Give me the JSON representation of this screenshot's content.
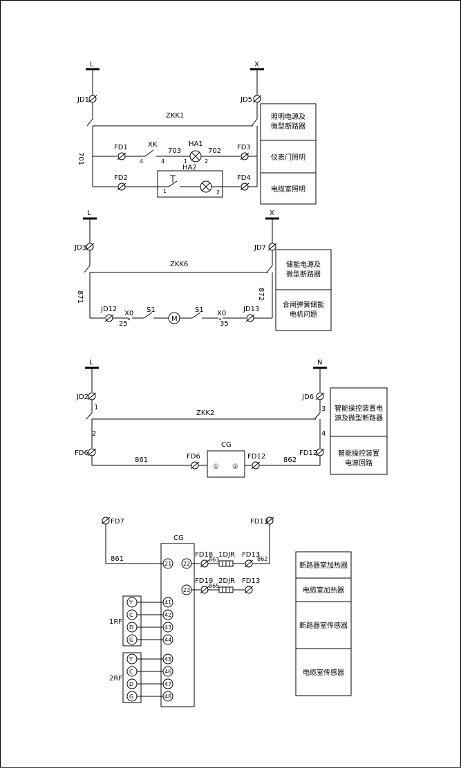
{
  "s1": {
    "L": "L",
    "X": "X",
    "JD1": "JD1",
    "JD5": "JD5",
    "ZKK1": "ZKK1",
    "w701": "701",
    "FD1": "FD1",
    "XK": "XK",
    "n4a": "4",
    "n4b": "4",
    "w703": "703",
    "HA1": "HA1",
    "w702": "702",
    "n1": "1",
    "n2": "2",
    "FD3": "FD3",
    "HA2": "HA2",
    "FD2": "FD2",
    "FD4": "FD4",
    "h2n1": "1",
    "h2n2": "2",
    "box": [
      "照明电源及",
      "微型断路器",
      "仪表门照明",
      "电缆室照明"
    ]
  },
  "s2": {
    "L": "L",
    "X": "X",
    "JD3": "JD3",
    "JD7": "JD7",
    "ZKK6": "ZKK6",
    "w871": "871",
    "w872": "872",
    "JD12": "JD12",
    "X0a": "X0",
    "n25": "25",
    "S1a": "S1",
    "M": "M",
    "S1b": "S1",
    "X0b": "X0",
    "n35": "35",
    "JD13": "JD13",
    "box": [
      "储能电源及",
      "微型断路器",
      "合闸弹簧储能",
      "电机问题"
    ]
  },
  "s3": {
    "L": "L",
    "N": "N",
    "JD2": "JD2",
    "JD6": "JD6",
    "n1": "1",
    "n3": "3",
    "ZKK2": "ZKK2",
    "n2": "2",
    "n4": "4",
    "FD6L": "FD6",
    "FD12R": "FD12",
    "CG": "CG",
    "w861": "861",
    "FD6": "FD6",
    "c1": "①",
    "c2": "②",
    "FD12": "FD12",
    "w862": "862",
    "box": [
      "智能操控装置电",
      "源及微型断路器",
      "智能操控装置",
      "电源回路"
    ]
  },
  "s4": {
    "FD7": "FD7",
    "FD13top": "FD13",
    "CG": "CG",
    "w861": "861",
    "FD18": "FD18",
    "n863": "863",
    "DJR1": "1DJR",
    "FD13a": "FD13",
    "n862": "862",
    "FD19": "FD19",
    "n865": "865",
    "DJR2": "2DJR",
    "FD13b": "FD13",
    "t21": "21",
    "t22": "22",
    "t23": "23",
    "rf1": "1RF",
    "rf2": "2RF",
    "t41": "41",
    "t42": "42",
    "t43": "43",
    "t44": "44",
    "t45": "45",
    "t46": "46",
    "t47": "47",
    "t48": "48",
    "sensors": [
      "Y",
      "C",
      "D",
      "G"
    ],
    "box": [
      "断路器室加热器",
      "电缆室加热器",
      "断路器室传感器",
      "电缆室传感器"
    ]
  }
}
